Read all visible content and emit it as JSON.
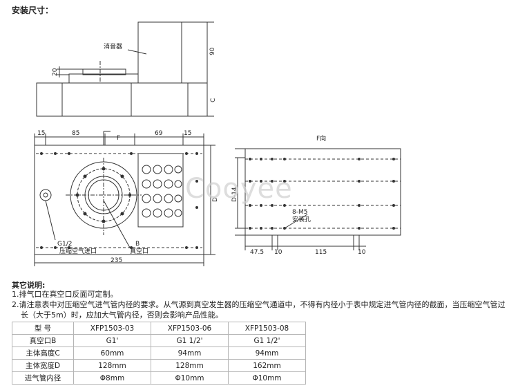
{
  "section_title": "安装尺寸：",
  "drawing": {
    "muffler_label": "消音器",
    "dim_90": "90",
    "dim_20": "20",
    "dim_c": "C",
    "arrow_f": "F",
    "f_view": "F向",
    "dim_15a": "15",
    "dim_85": "85",
    "dim_69": "69",
    "dim_15b": "15",
    "dim_235": "235",
    "dim_d": "D",
    "dim_d14": "D-14",
    "dim_47_5": "47.5",
    "dim_10a": "10",
    "dim_115": "115",
    "dim_10b": "10",
    "g12_label": "G1/2",
    "air_inlet_label": "压缩空气进口",
    "b_label": "B",
    "vacuum_port_label": "真空口",
    "m5_label": "8-M5",
    "mount_hole_label": "安装孔",
    "watermark": "Cooyee"
  },
  "notes": {
    "title": "其它说明:",
    "line1": "1.排气口在真空口反面可定制。",
    "line2a": "2.请注意表中对压缩空气进气管内径的要求。从气源到真空发生器的压缩空气通道中，不得有内径小于表中规定进气管内径的截面，当压缩空气管过",
    "line2b": "长（大于5m）时，应加大气管内径，否则会影响产品性能。"
  },
  "table": {
    "header": [
      "型 号",
      "XFP1503-03",
      "XFP1503-06",
      "XFP1503-08"
    ],
    "rows": [
      [
        "真空口B",
        "G1'",
        "G1 1/2'",
        "G1 1/2'"
      ],
      [
        "主体高度C",
        "60mm",
        "94mm",
        "94mm"
      ],
      [
        "主体宽度D",
        "128mm",
        "128mm",
        "162mm"
      ],
      [
        "进气管内径",
        "Φ8mm",
        "Φ10mm",
        "Φ10mm"
      ]
    ]
  }
}
